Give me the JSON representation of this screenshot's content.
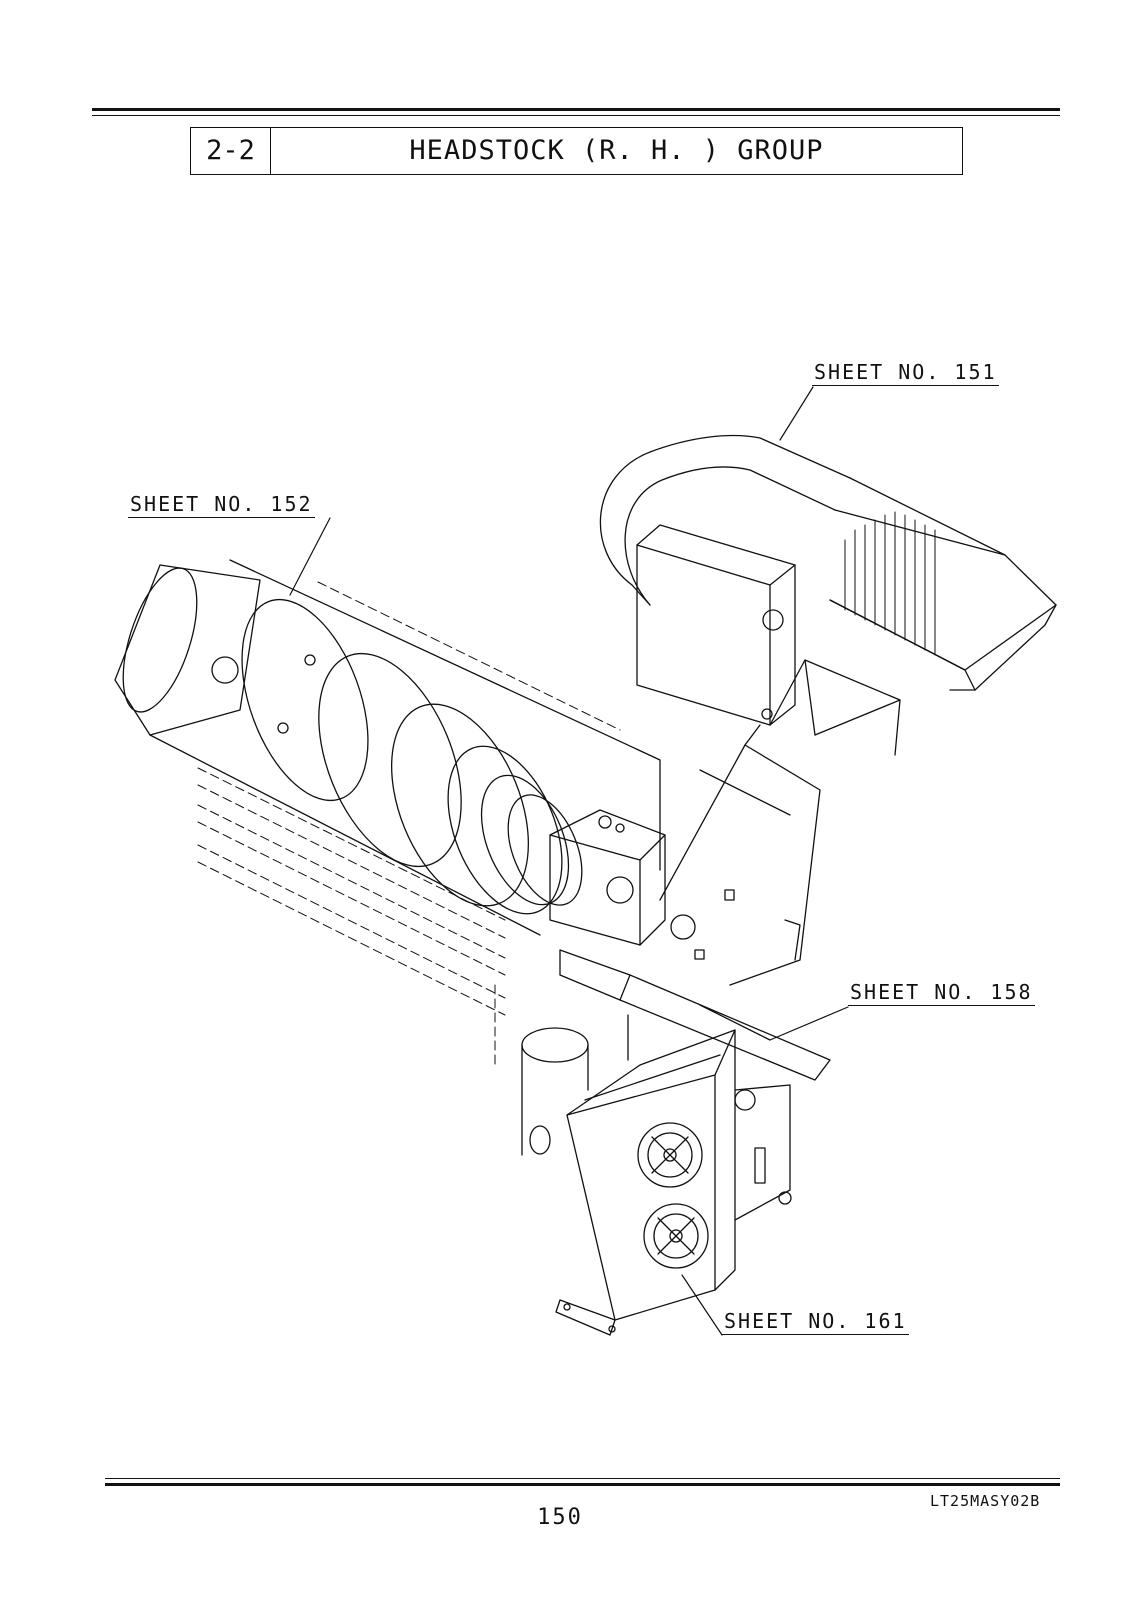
{
  "header": {
    "section_number": "2-2",
    "section_title": "HEADSTOCK (R. H. ) GROUP"
  },
  "callouts": {
    "sheet_151": "SHEET NO. 151",
    "sheet_152": "SHEET NO. 152",
    "sheet_158": "SHEET NO. 158",
    "sheet_161": "SHEET NO. 161"
  },
  "footer": {
    "page_number": "150",
    "doc_code": "LT25MASY02B"
  }
}
